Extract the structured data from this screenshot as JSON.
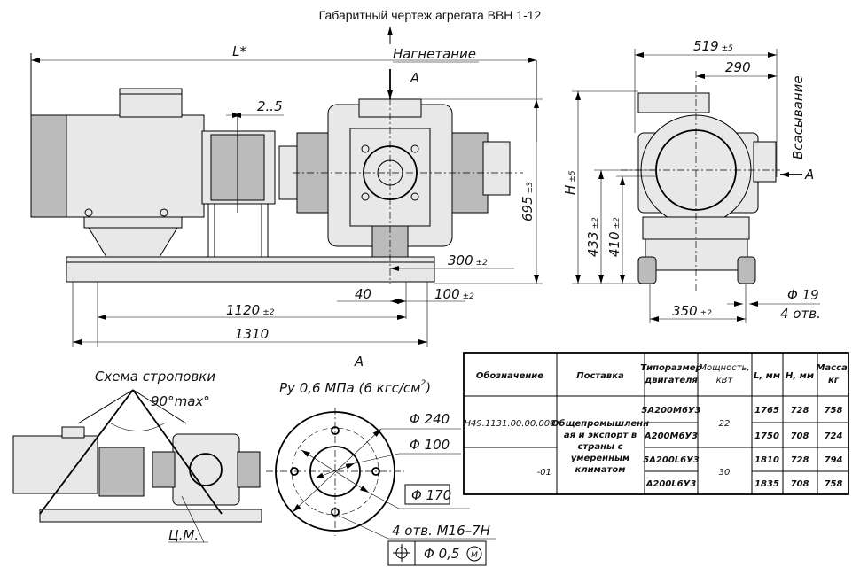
{
  "title": "Габаритный чертеж агрегата ВВН 1-12",
  "front_view": {
    "length_label": "L*",
    "discharge_label": "Нагнетание",
    "view_letter": "A",
    "gap": "2..5",
    "height_dim": "695",
    "height_tol": "±3",
    "dim_300": "300",
    "dim_300_tol": "±2",
    "dim_40": "40",
    "dim_100": "100",
    "dim_100_tol": "±2",
    "dim_1120": "1120",
    "dim_1120_tol": "±2",
    "dim_1310": "1310"
  },
  "side_view": {
    "width_dim": "519",
    "width_tol": "±5",
    "dim_290": "290",
    "height_label": "H",
    "height_tol": "±5",
    "dim_433": "433",
    "dim_433_tol": "±2",
    "dim_410": "410",
    "dim_410_tol": "±2",
    "dim_350": "350",
    "dim_350_tol": "±2",
    "hole_dia": "Φ 19",
    "hole_count": "4 отв.",
    "suction_label": "Всасывание",
    "view_letter": "A"
  },
  "sling": {
    "title": "Схема строповки",
    "angle": "90°max°",
    "center_mass": "Ц.М."
  },
  "flange": {
    "view_letter": "A",
    "pressure": "Ру 0,6 МПа (6 кгс/см",
    "pressure_sup": "2",
    "pressure_end": ")",
    "d240": "Φ 240",
    "d100": "Φ 100",
    "d170": "Φ 170",
    "holes": "4 отв. М16–7Н",
    "tolerance_symbol": "⌖",
    "tolerance_value": "Φ 0,5",
    "tolerance_modifier": "M"
  },
  "table": {
    "headers": [
      "Обозначение",
      "Поставка",
      "Типоразмер двигателя",
      "Мощность, кВт",
      "L, мм",
      "H, мм",
      "Масса, кг"
    ],
    "header_lines": {
      "motor": [
        "Типоразмер",
        "двигателя"
      ],
      "power": [
        "Мощность,",
        "кВт"
      ],
      "mass": [
        "Масса,",
        "кг"
      ]
    },
    "designations": [
      "Н49.1131.00.00.000",
      "-01"
    ],
    "supply_lines": [
      "Общепромышленн",
      "ая и экспорт в",
      "страны с",
      "умеренным",
      "климатом"
    ],
    "powers": [
      "22",
      "30"
    ],
    "rows": [
      {
        "motor": "5А200М6У3",
        "L": "1765",
        "H": "728",
        "mass": "758"
      },
      {
        "motor": "А200М6У3",
        "L": "1750",
        "H": "708",
        "mass": "724"
      },
      {
        "motor": "5А200L6У3",
        "L": "1810",
        "H": "728",
        "mass": "794"
      },
      {
        "motor": "А200L6У3",
        "L": "1835",
        "H": "708",
        "mass": "758"
      }
    ]
  }
}
